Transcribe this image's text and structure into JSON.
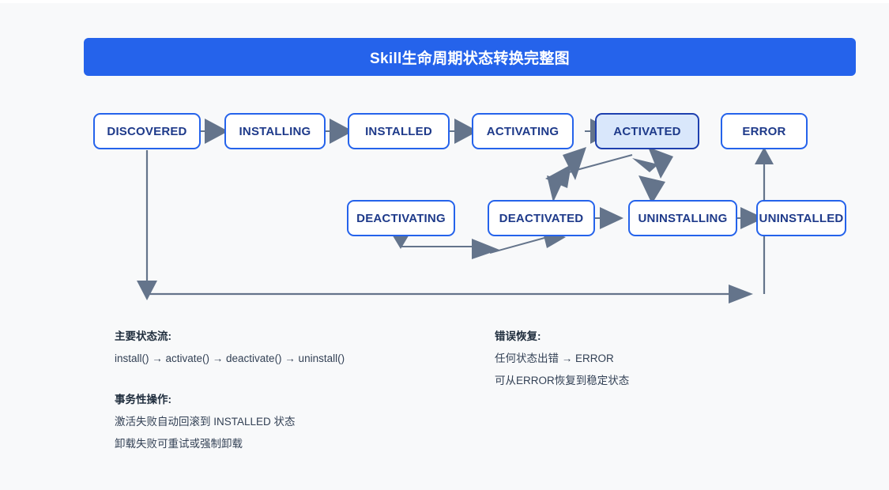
{
  "page": {
    "background_color": "#f8f9fa",
    "accent_color": "#2563eb",
    "node_text_color": "#1e3a8a",
    "arrow_color": "#64748b",
    "highlight_fill": "#d9e7fb"
  },
  "header": {
    "title": "Skill生命周期状态转换完整图",
    "background_color": "#2563eb",
    "text_color": "#ffffff"
  },
  "diagram": {
    "type": "state-transition-diagram",
    "nodes": [
      {
        "id": "discovered",
        "label": "DISCOVERED",
        "highlighted": false
      },
      {
        "id": "installing",
        "label": "INSTALLING",
        "highlighted": false
      },
      {
        "id": "installed",
        "label": "INSTALLED",
        "highlighted": false
      },
      {
        "id": "activating",
        "label": "ACTIVATING",
        "highlighted": false
      },
      {
        "id": "activated",
        "label": "ACTIVATED",
        "highlighted": true
      },
      {
        "id": "error",
        "label": "ERROR",
        "highlighted": false
      },
      {
        "id": "deactivating",
        "label": "DEACTIVATING",
        "highlighted": false
      },
      {
        "id": "deactivated",
        "label": "DEACTIVATED",
        "highlighted": false
      },
      {
        "id": "uninstalling",
        "label": "UNINSTALLING",
        "highlighted": false
      },
      {
        "id": "uninstalled",
        "label": "UNINSTALLED",
        "highlighted": false
      }
    ],
    "edges": [
      {
        "from": "discovered",
        "to": "installing"
      },
      {
        "from": "installing",
        "to": "installed"
      },
      {
        "from": "installed",
        "to": "activating"
      },
      {
        "from": "activating",
        "to": "activated"
      },
      {
        "from": "activated",
        "to": "deactivated"
      },
      {
        "from": "activated",
        "to": "uninstalling"
      },
      {
        "from": "deactivating",
        "to": "deactivated"
      },
      {
        "from": "deactivated",
        "to": "uninstalling"
      },
      {
        "from": "uninstalling",
        "to": "uninstalled"
      },
      {
        "from": "uninstalled",
        "to": "error"
      },
      {
        "from": "discovered",
        "to": "error"
      }
    ]
  },
  "legend": {
    "main_flow": {
      "heading": "主要状态流:",
      "lines": [
        "install() → activate() → deactivate() → uninstall()"
      ]
    },
    "error_recovery": {
      "heading": "错误恢复:",
      "lines": [
        "任何状态出错 → ERROR",
        "可从ERROR恢复到稳定状态"
      ]
    },
    "transactional": {
      "heading": "事务性操作:",
      "lines": [
        "激活失败自动回滚到 INSTALLED 状态",
        "卸载失败可重试或强制卸载"
      ]
    }
  }
}
